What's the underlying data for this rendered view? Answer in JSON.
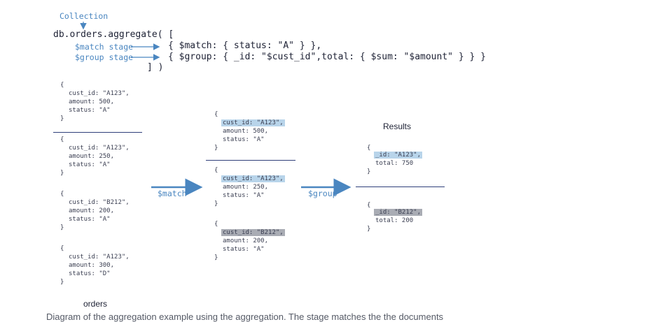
{
  "header": {
    "collection_label": "Collection",
    "code_line1": "db.orders.aggregate( [",
    "match_stage_label": "$match stage",
    "match_stage_code": "{ $match: { status: \"A\" } },",
    "group_stage_label": "$group stage",
    "group_stage_code": "{ $group: { _id: \"$cust_id\",total: { $sum: \"$amount\" } } }",
    "code_close": "] )"
  },
  "orders": {
    "label": "orders",
    "docs": [
      {
        "open": "{",
        "line1": "cust_id: \"A123\",",
        "line2": "amount: 500,",
        "line3": "status: \"A\"",
        "close": "}"
      },
      {
        "open": "{",
        "line1": "cust_id: \"A123\",",
        "line2": "amount: 250,",
        "line3": "status: \"A\"",
        "close": "}"
      },
      {
        "open": "{",
        "line1": "cust_id: \"B212\",",
        "line2": "amount: 200,",
        "line3": "status: \"A\"",
        "close": "}"
      },
      {
        "open": "{",
        "line1": "cust_id: \"A123\",",
        "line2": "amount: 300,",
        "line3": "status: \"D\"",
        "close": "}"
      }
    ]
  },
  "arrows": {
    "match_label": "$match",
    "group_label": "$group"
  },
  "matched": {
    "docs": [
      {
        "open": "{",
        "line1": "cust_id: \"A123\",",
        "line2": "amount: 500,",
        "line3": "status: \"A\"",
        "close": "}"
      },
      {
        "open": "{",
        "line1": "cust_id: \"A123\",",
        "line2": "amount: 250,",
        "line3": "status: \"A\"",
        "close": "}"
      },
      {
        "open": "{",
        "line1": "cust_id: \"B212\",",
        "line2": "amount: 200,",
        "line3": "status: \"A\"",
        "close": "}"
      }
    ]
  },
  "results": {
    "label": "Results",
    "docs": [
      {
        "open": "{",
        "line1": "_id: \"A123\",",
        "line2": "total: 750",
        "close": "}"
      },
      {
        "open": "{",
        "line1": "_id: \"B212\",",
        "line2": "total: 200",
        "close": "}"
      }
    ]
  },
  "caption": "Diagram of the aggregation example using the aggregation. The stage matches the the documents",
  "colors": {
    "annotation": "#4a86c0",
    "box_border": "#2f3f7a",
    "highlight_a123": "#b8d4ea",
    "highlight_b212": "#a9acb4"
  }
}
